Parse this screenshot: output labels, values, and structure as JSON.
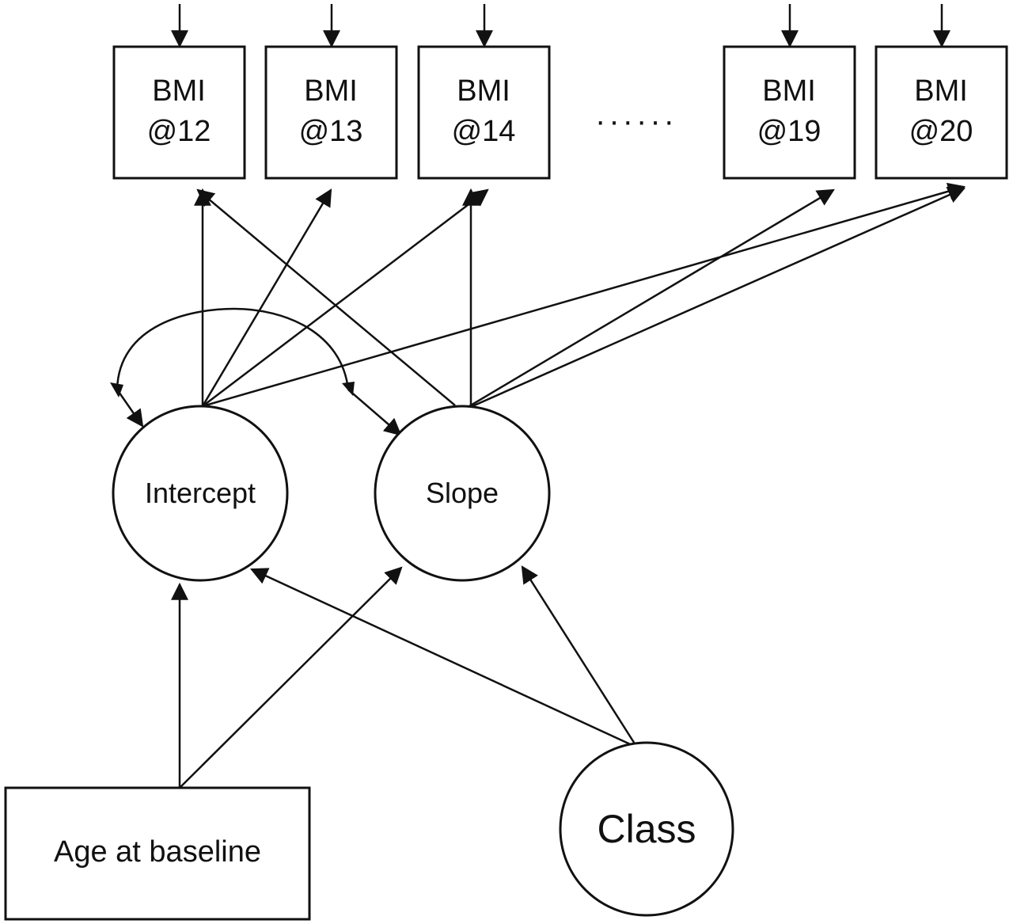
{
  "observed": [
    {
      "id": "bmi12",
      "line1": "BMI",
      "line2": "@12"
    },
    {
      "id": "bmi13",
      "line1": "BMI",
      "line2": "@13"
    },
    {
      "id": "bmi14",
      "line1": "BMI",
      "line2": "@14"
    },
    {
      "id": "bmi19",
      "line1": "BMI",
      "line2": "@19"
    },
    {
      "id": "bmi20",
      "line1": "BMI",
      "line2": "@20"
    }
  ],
  "ellipsis": "······",
  "latent": {
    "intercept": "Intercept",
    "slope": "Slope",
    "class": "Class"
  },
  "covariate": {
    "age": "Age at baseline"
  },
  "colors": {
    "stroke": "#111111",
    "background": "#ffffff"
  }
}
